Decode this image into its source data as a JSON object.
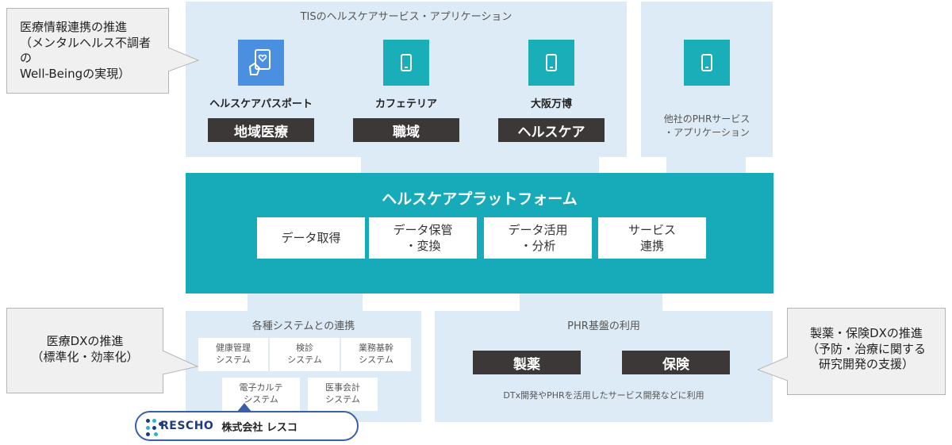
{
  "tis_panel": {
    "title": "TISのヘルスケアサービス・アプリケーション",
    "apps": [
      {
        "name": "ヘルスケアパスポート",
        "tag": "地域医療",
        "icon": "phone-heart-icon"
      },
      {
        "name": "カフェテリア",
        "tag": "職域",
        "icon": "smartphone-icon"
      },
      {
        "name": "大阪万博",
        "tag": "ヘルスケア",
        "icon": "smartphone-icon"
      }
    ]
  },
  "other_panel": {
    "icon": "smartphone-icon",
    "label_line1": "他社のPHRサービス",
    "label_line2": "・アプリケーション"
  },
  "platform": {
    "title": "ヘルスケアプラットフォーム",
    "functions": [
      {
        "line1": "データ取得",
        "line2": ""
      },
      {
        "line1": "データ保管",
        "line2": "・変換"
      },
      {
        "line1": "データ活用",
        "line2": "・分析"
      },
      {
        "line1": "サービス",
        "line2": "連携"
      }
    ]
  },
  "systems_panel": {
    "title": "各種システムとの連携",
    "systems": [
      {
        "line1": "健康管理",
        "line2": "システム"
      },
      {
        "line1": "検診",
        "line2": "システム"
      },
      {
        "line1": "業務基幹",
        "line2": "システム"
      },
      {
        "line1": "電子カルテ",
        "line2": "システム"
      },
      {
        "line1": "医事会計",
        "line2": "システム"
      }
    ]
  },
  "phr_panel": {
    "title": "PHR基盤の利用",
    "tags": [
      "製薬",
      "保険"
    ],
    "note": "DTx開発やPHRを活用したサービス開発などに利用"
  },
  "callouts": {
    "top_left": [
      "医療情報連携の推進",
      "（メンタルヘルス不調者の",
      "Well-Beingの実現）"
    ],
    "bottom_left": [
      "医療DXの推進",
      "（標準化・効率化）"
    ],
    "right": [
      "製薬・保険DXの推進",
      "（予防・治療に関する",
      "研究開発の支援）"
    ]
  },
  "rescho": {
    "logo": "RESCHO",
    "company": "株式会社 レスコ"
  },
  "colors": {
    "panel": "#dcebf5",
    "platform": "#17aab8",
    "dark_tag": "#3d3838",
    "icon_teal": "#1aaeb9",
    "icon_blue": "#4a8fe0"
  }
}
